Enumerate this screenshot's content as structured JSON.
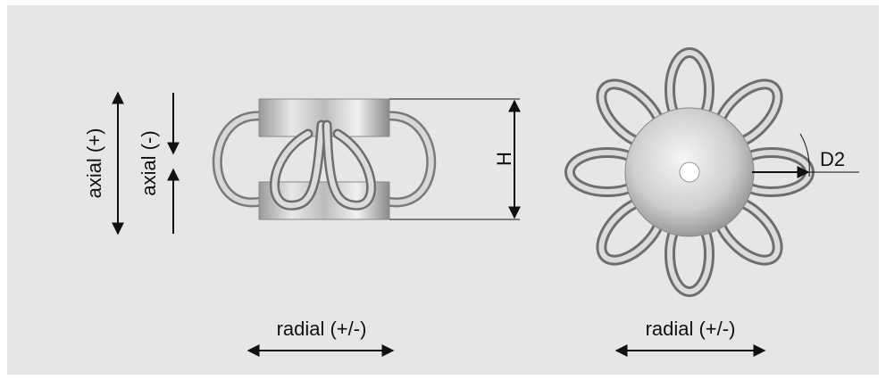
{
  "labels": {
    "axial_plus": "axial (+)",
    "axial_minus": "axial (-)",
    "height": "H",
    "diameter": "D2",
    "radial_left": "radial (+/-)",
    "radial_right": "radial (+/-)"
  },
  "colors": {
    "background": "#e6e6e6",
    "ink": "#111111",
    "metal_light": "#f0f0f0",
    "metal_dark": "#6e6e6e"
  }
}
